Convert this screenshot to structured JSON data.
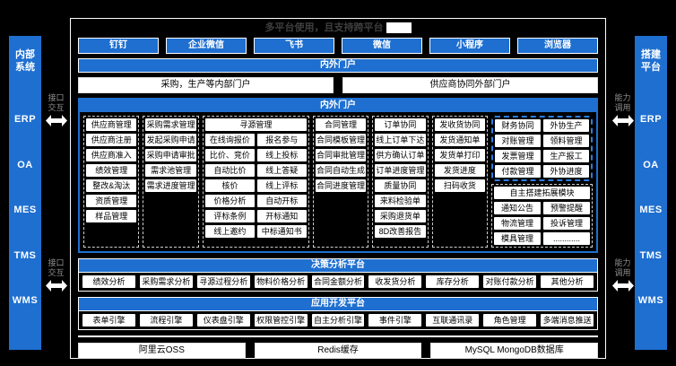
{
  "title": {
    "text": "多平台使用，且支持跨平台"
  },
  "colors": {
    "accent": "#1e6fd0",
    "background": "#000000",
    "box_fill": "#ffffff",
    "group_dash": "#cfcfcf",
    "blue_dash": "#2b7de0"
  },
  "left_sidebar": {
    "header": "内部系统",
    "items": [
      "ERP",
      "OA",
      "MES",
      "TMS",
      "WMS"
    ]
  },
  "right_sidebar": {
    "header": "搭建平台",
    "items": [
      "ERP",
      "OA",
      "MES",
      "TMS",
      "WMS"
    ]
  },
  "connectors": {
    "left_label": "接口交互",
    "right_label": "能力调用"
  },
  "clients": [
    "钉钉",
    "企业微信",
    "飞书",
    "微信",
    "小程序",
    "浏览器"
  ],
  "portal_bar": "内外门户",
  "portals": [
    "采购，生产等内部门户",
    "供应商协同外部门户"
  ],
  "modules": {
    "header": "内外门户",
    "supplier": [
      "供应商管理",
      "供应商注册",
      "供应商准入",
      "绩效管理",
      "整改&淘汰",
      "资质管理",
      "样品管理"
    ],
    "demand": [
      "采购需求管理",
      "发起采购申请",
      "采购申请审批",
      "需求池管理",
      "需求进度管理"
    ],
    "sourcing_header": "寻源管理",
    "sourcing": [
      "在线询报价",
      "报名参与",
      "比价、竞价",
      "线上投标",
      "自动比价",
      "线上答疑",
      "核价",
      "线上评标",
      "价格分析",
      "自动开标",
      "评标条例",
      "开标通知",
      "线上邀约",
      "中标通知书"
    ],
    "contract": [
      "合同管理",
      "合同模板管理",
      "合同审批管理",
      "合同自动生成",
      "合同进度管理"
    ],
    "order_quality": [
      "订单协同",
      "线上订单下达",
      "供方确认订单",
      "订单进度管理",
      "质量协同",
      "来料检验单",
      "采购退货单",
      "8D改善报告"
    ],
    "shipping": [
      "发收货协同",
      "发货通知单",
      "发货单打印",
      "发货进度",
      "扫码收货"
    ],
    "finance_outsourcing": [
      "财务协同",
      "外协生产",
      "对账管理",
      "领料管理",
      "发票管理",
      "生产报工",
      "付款管理",
      "外协进度"
    ],
    "custom_header": "自主搭建拓展模块",
    "custom": [
      "通知公告",
      "预警提醒",
      "物流管理",
      "投诉管理",
      "模具管理",
      "............"
    ]
  },
  "decision_section": {
    "header": "决策分析平台",
    "items": [
      "绩效分析",
      "采购需求分析",
      "寻源过程分析",
      "物料价格分析",
      "合同金额分析",
      "收发货分析",
      "库存分析",
      "对账付款分析",
      "其他分析"
    ]
  },
  "appdev_section": {
    "header": "应用开发平台",
    "items": [
      "表单引擎",
      "流程引擎",
      "仪表盘引擎",
      "权限管控引擎",
      "自主分析引擎",
      "事件引擎",
      "互联通讯录",
      "角色管理",
      "多端消息推送"
    ]
  },
  "infra": [
    "阿里云OSS",
    "Redis缓存",
    "MySQL MongoDB数据库"
  ]
}
